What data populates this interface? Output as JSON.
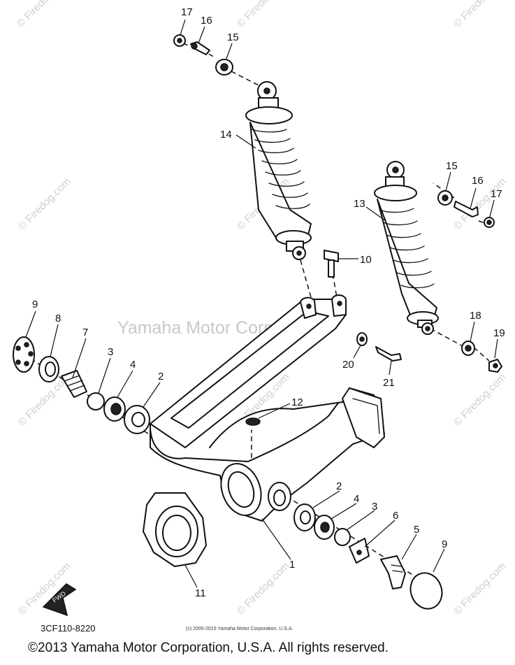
{
  "diagram": {
    "part_code": "3CF110-8220",
    "copyright_small": "(c) 2005-2015 Yamaha Motor Corporation, U.S.A.",
    "copyright_main": "©2013 Yamaha Motor Corporation, U.S.A. All rights reserved.",
    "watermark_center": "Yamaha Motor Corp U.S.A.",
    "watermark_site": "© Firedog.com",
    "fwd_label": "FWD",
    "callouts": [
      "17",
      "16",
      "15",
      "14",
      "15",
      "16",
      "17",
      "13",
      "10",
      "9",
      "8",
      "7",
      "3",
      "4",
      "2",
      "18",
      "19",
      "20",
      "21",
      "12",
      "2",
      "4",
      "3",
      "6",
      "5",
      "9",
      "1",
      "11"
    ]
  }
}
